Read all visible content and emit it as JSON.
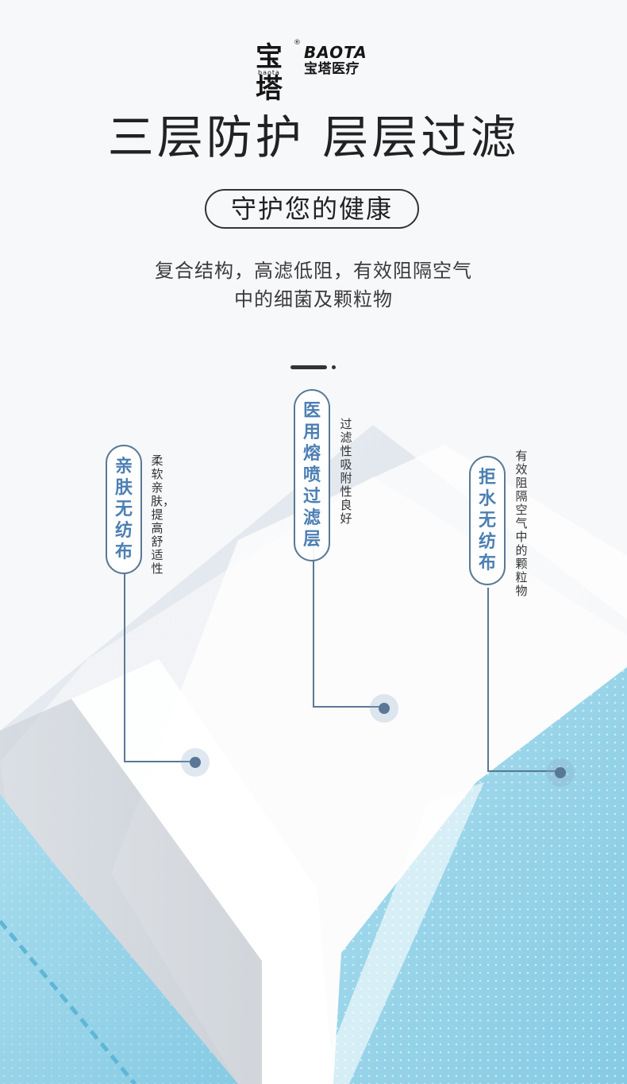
{
  "brand": {
    "mark_text": "宝塔",
    "mark_sub": "baota",
    "registered": "®",
    "name_en": "BAOTA",
    "name_cn": "宝塔医疗"
  },
  "headline": "三层防护  层层过滤",
  "tagline": "守护您的健康",
  "description": {
    "line1": "复合结构，高滤低阻，有效阻隔空气",
    "line2": "中的细菌及颗粒物"
  },
  "layers": [
    {
      "name": "亲肤无纺布",
      "note": "柔软亲肤，提高舒适性"
    },
    {
      "name": "医用熔喷过滤层",
      "note": "过滤性吸附性良好"
    },
    {
      "name": "拒水无纺布",
      "note": "有效阻隔空气中的颗粒物"
    }
  ],
  "colors": {
    "accent": "#5a7896",
    "label_text": "#4c7fb3",
    "mask_blue": "#8fd2ea",
    "mask_white": "#f4f6f8"
  }
}
